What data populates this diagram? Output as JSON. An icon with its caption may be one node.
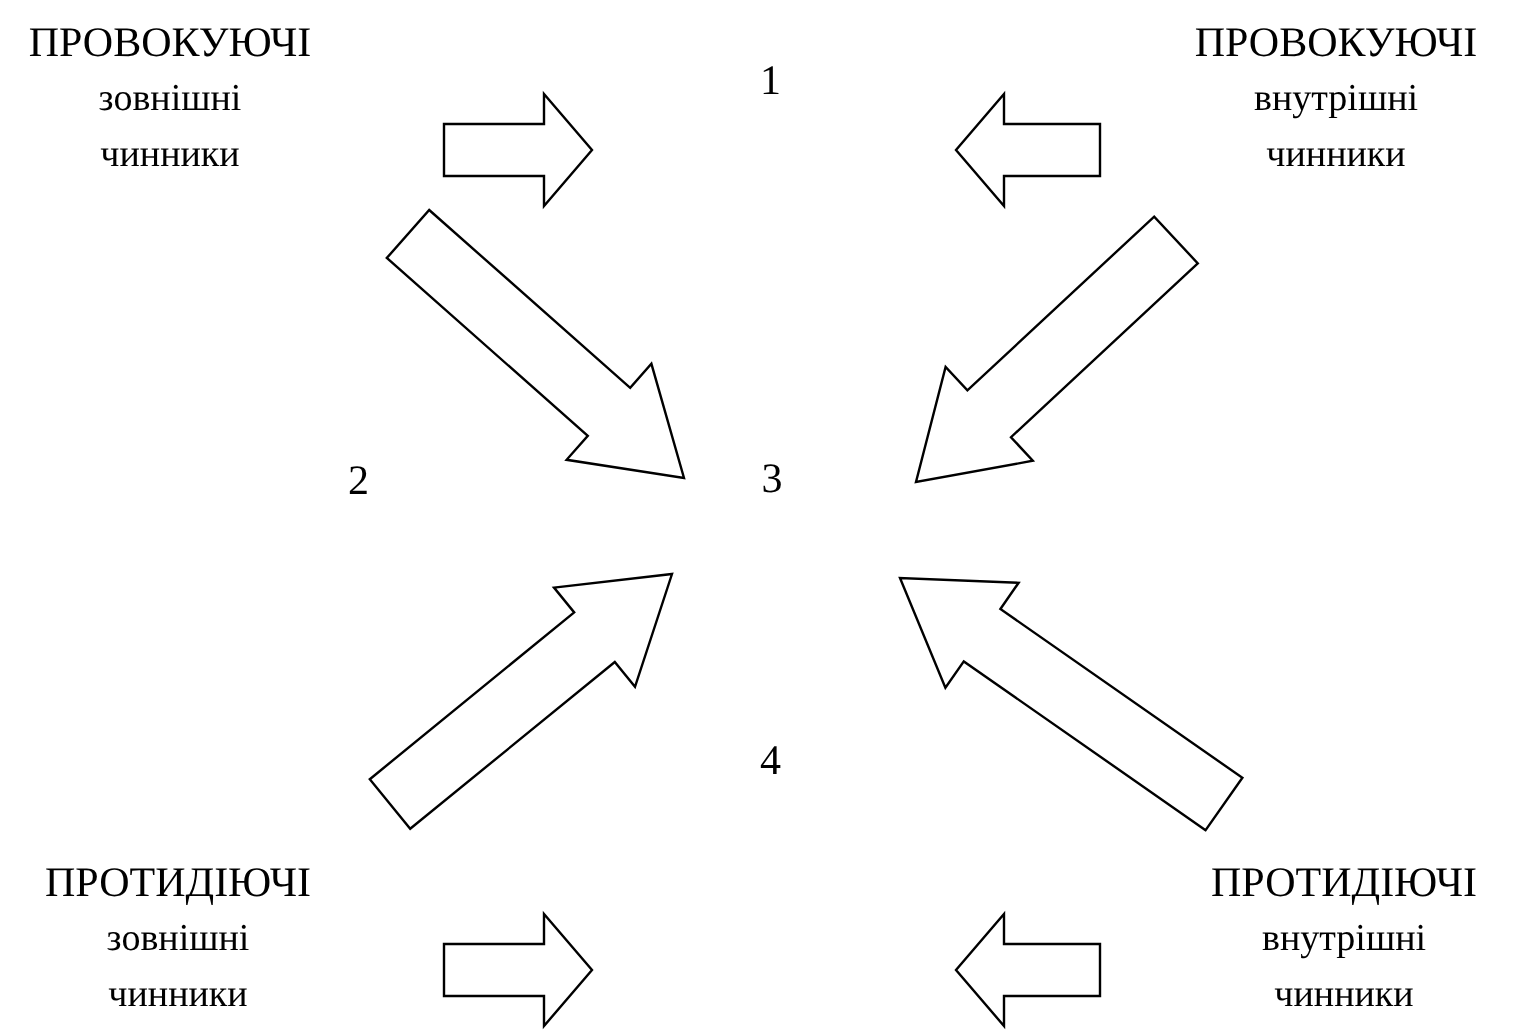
{
  "diagram": {
    "nodes": [
      {
        "text": [
          "ПРОВОКУЮЧІ",
          "зовнішні чинники"
        ]
      },
      {
        "text": [
          "ПРОВОКУЮЧІ",
          "внутрішні чинники"
        ]
      },
      {
        "text": [
          "3"
        ]
      },
      {
        "text": [
          "ПРОТИДІЮЧІ",
          "зовнішні чинники"
        ]
      },
      {
        "text": [
          "ПРОТИДІЮЧІ",
          "внутрішні чинники"
        ]
      }
    ],
    "edges": [
      {
        "from": 0,
        "to": 2,
        "arrow": "to"
      },
      {
        "from": 1,
        "to": 2,
        "arrow": "to"
      },
      {
        "from": 3,
        "to": 2,
        "arrow": "to"
      },
      {
        "from": 4,
        "to": 2,
        "arrow": "to"
      }
    ],
    "labels": [
      "1",
      "2",
      "4"
    ]
  }
}
